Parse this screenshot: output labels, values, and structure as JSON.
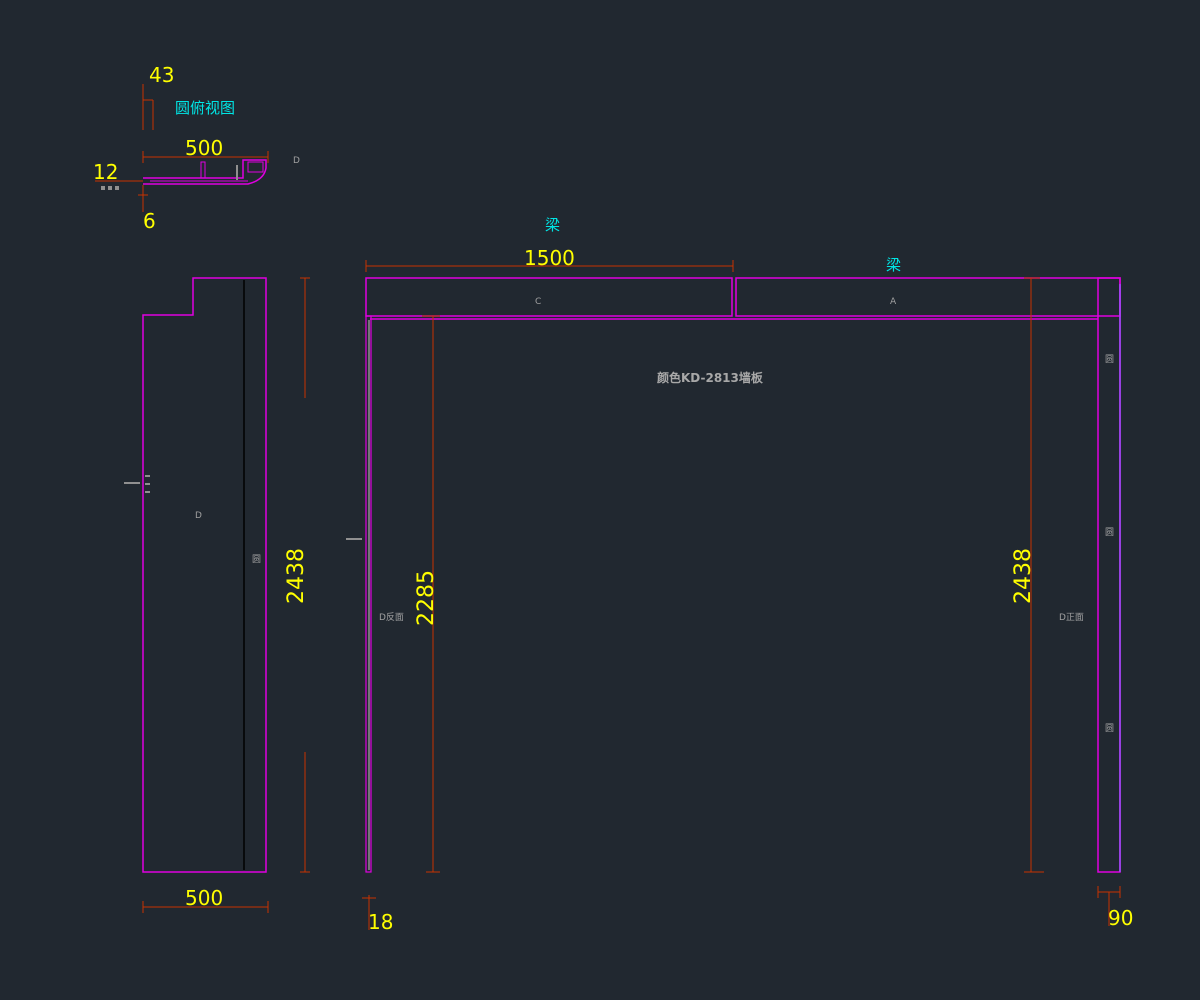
{
  "colors": {
    "background": "#212830",
    "outline": "#e000e0",
    "dimension_line": "#c83200",
    "dimension_text": "#ffff00",
    "annotation": "#00e5e5",
    "label": "#a0a0a0"
  },
  "top_view": {
    "title": "圆俯视图",
    "dim_width": "500",
    "dim_43": "43",
    "dim_12": "12",
    "dim_6": "6",
    "label_d": "D"
  },
  "side_elevation": {
    "dim_height": "2438",
    "dim_width": "500",
    "label_d": "D",
    "label_side": "圆"
  },
  "front_elevation": {
    "beam_label_left": "梁",
    "beam_label_right": "梁",
    "dim_beam_width": "1500",
    "panel_c": "C",
    "panel_a": "A",
    "panel_title": "颜色KD-2813墙板",
    "dim_inner_height": "2285",
    "dim_outer_height": "2438",
    "dim_left_thickness": "18",
    "dim_right_thickness": "90",
    "label_back": "D反面",
    "label_front": "D正面",
    "label_right_1": "圆",
    "label_right_2": "圆",
    "label_right_3": "圆"
  }
}
